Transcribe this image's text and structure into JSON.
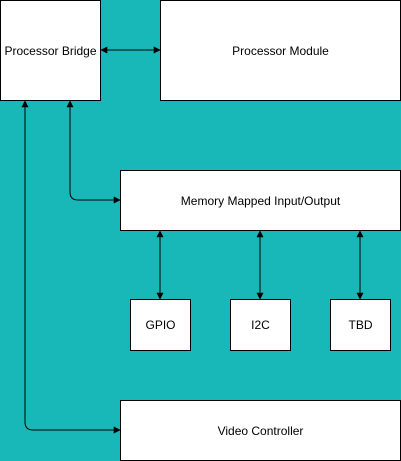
{
  "colors": {
    "background": "#18B8B8",
    "block_fill": "#FFFFFF",
    "block_border": "#000000",
    "text": "#000000",
    "connector": "#000000"
  },
  "blocks": {
    "processor_bridge": "Processor Bridge",
    "processor_module": "Processor Module",
    "memory_mapped_io": "Memory Mapped Input/Output",
    "gpio": "GPIO",
    "i2c": "I2C",
    "tbd": "TBD",
    "video_controller": "Video Controller"
  }
}
